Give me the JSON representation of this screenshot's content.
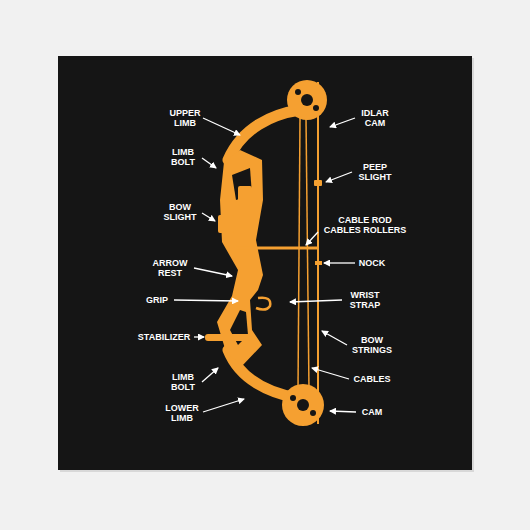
{
  "diagram": {
    "labels": [
      "UPPER LIMB",
      "LIMB BOLT",
      "BOW SLIGHT",
      "ARROW REST",
      "GRIP",
      "STABILIZER",
      "LIMB BOLT",
      "LOWER LIMB",
      "IDLAR CAM",
      "PEEP SLIGHT",
      "CABLE ROD CABLES ROLLERS",
      "NOCK",
      "WRIST STRAP",
      "BOW STRINGS",
      "CABLES",
      "CAM"
    ]
  }
}
